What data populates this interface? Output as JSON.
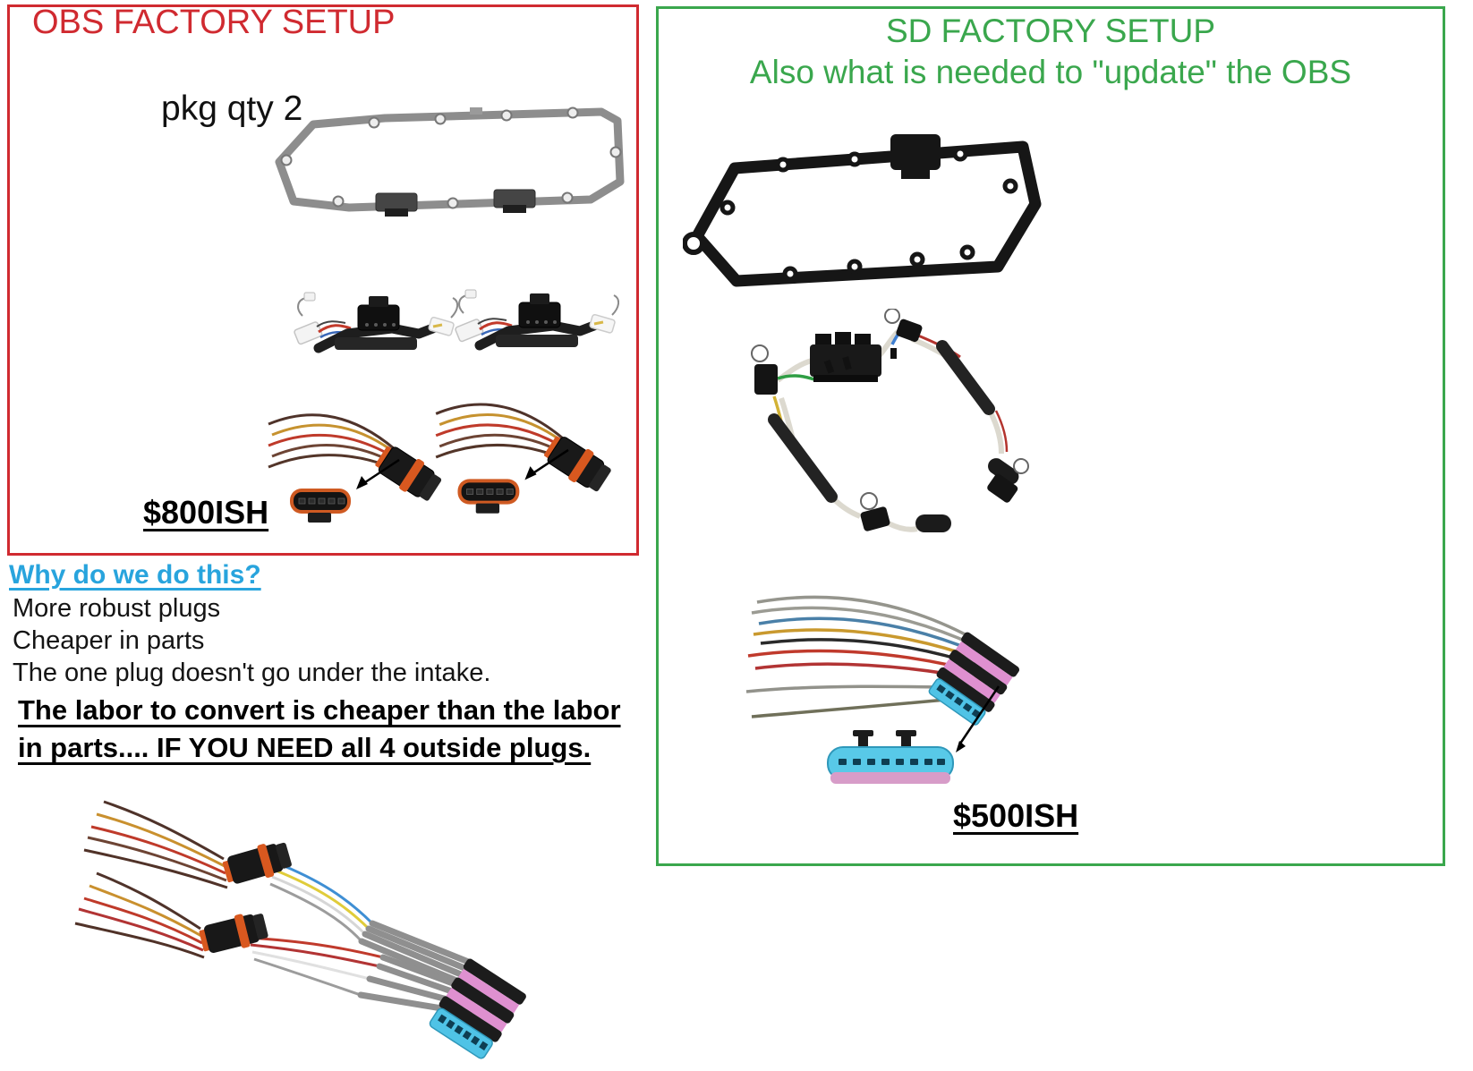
{
  "colors": {
    "obs_red": "#d02a30",
    "sd_green": "#3aa74d",
    "heading_blue": "#28a4dd",
    "text_black": "#1c1c1c"
  },
  "obs_panel": {
    "title": "OBS FACTORY SETUP",
    "pkg_qty": "pkg qty 2",
    "price": "$800ISH"
  },
  "sd_panel": {
    "title_line1": "SD FACTORY SETUP",
    "title_line2": "Also what is needed to \"update\" the OBS",
    "price": "$500ISH"
  },
  "notes": {
    "heading": "Why do we do this?",
    "reasons": [
      "More robust plugs",
      "Cheaper in parts",
      "The one plug doesn't go under the intake."
    ],
    "emphasis_line1": "The labor to convert is cheaper than the labor",
    "emphasis_line2": "in parts.... IF YOU NEED all 4 outside plugs."
  }
}
